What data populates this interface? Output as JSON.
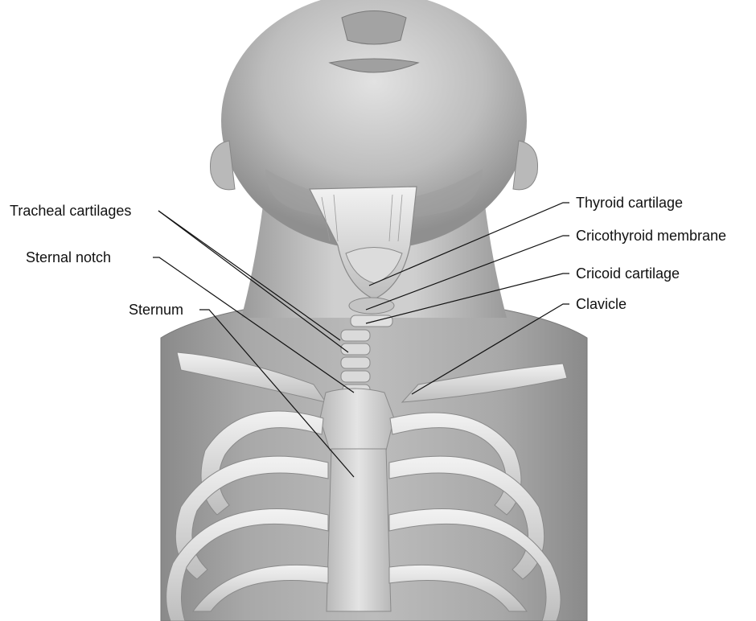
{
  "labels": {
    "tracheal_cartilages": "Tracheal cartilages",
    "sternal_notch": "Sternal notch",
    "sternum": "Sternum",
    "thyroid_cartilage": "Thyroid cartilage",
    "cricothyroid_membrane": "Cricothyroid membrane",
    "cricoid_cartilage": "Cricoid cartilage",
    "clavicle": "Clavicle"
  },
  "colors": {
    "background": "#ffffff",
    "skin_light": "#d8d8d8",
    "skin_mid": "#a9a9a9",
    "skin_dark": "#7d7d7d",
    "bone": "#e6e6e6",
    "bone_shadow": "#b5b5b5",
    "label_text": "#111111"
  }
}
